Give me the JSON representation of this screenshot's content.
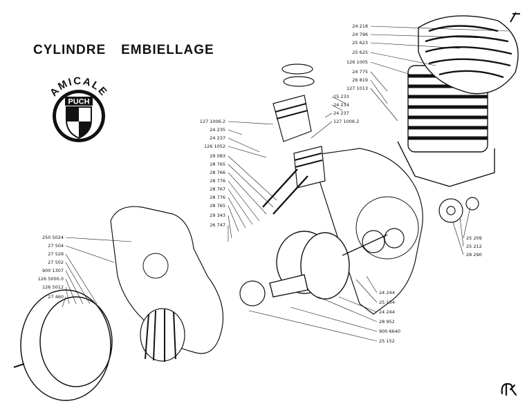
{
  "title": {
    "word1": "CYLINDRE",
    "word2": "EMBIELLAGE"
  },
  "logo": {
    "arc_text": "AMICALE",
    "badge_text": "PUCH"
  },
  "parts": {
    "top_right": [
      "24 218",
      "24 796",
      "25 623",
      "25 625",
      "126 1005",
      "24 775",
      "26 819",
      "127 1013",
      "25 233",
      "24 234",
      "24 237",
      "127 1006.2"
    ],
    "middle_left": [
      "127 1006.2",
      "24 235",
      "24 237",
      "126 1052",
      "29 083",
      "28 765",
      "28 766",
      "28 776",
      "28 767",
      "28 776",
      "28 765",
      "29 343",
      "26 747"
    ],
    "left": [
      "250 5024",
      "27 504",
      "27 529",
      "27 502",
      "900 1307",
      "126 5000.0",
      "126 5012",
      "27 460"
    ],
    "right_gear": [
      "25 209",
      "25 212",
      "28 290"
    ],
    "bottom": [
      "24 244",
      "25 134",
      "24 244",
      "28 952",
      "900 6640",
      "25 152"
    ]
  },
  "colors": {
    "ink": "#111111",
    "paper": "#ffffff",
    "shield_dark": "#1a1a1a"
  }
}
